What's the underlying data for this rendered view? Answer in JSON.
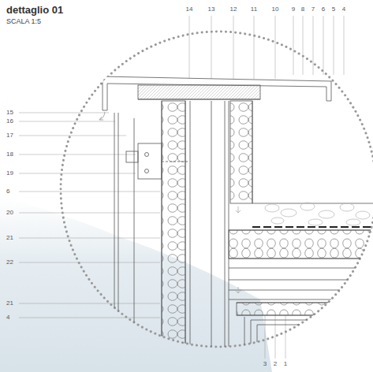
{
  "diagram": {
    "title": "dettaglio 01",
    "caption": "SCALA 1:5",
    "labels": [
      "14",
      "13",
      "12",
      "11",
      "10",
      "9",
      "8",
      "7",
      "6",
      "5",
      "4",
      "15",
      "16",
      "17",
      "18",
      "19",
      "6",
      "20",
      "21",
      "22",
      "21",
      "4",
      "3",
      "2",
      "1"
    ]
  }
}
